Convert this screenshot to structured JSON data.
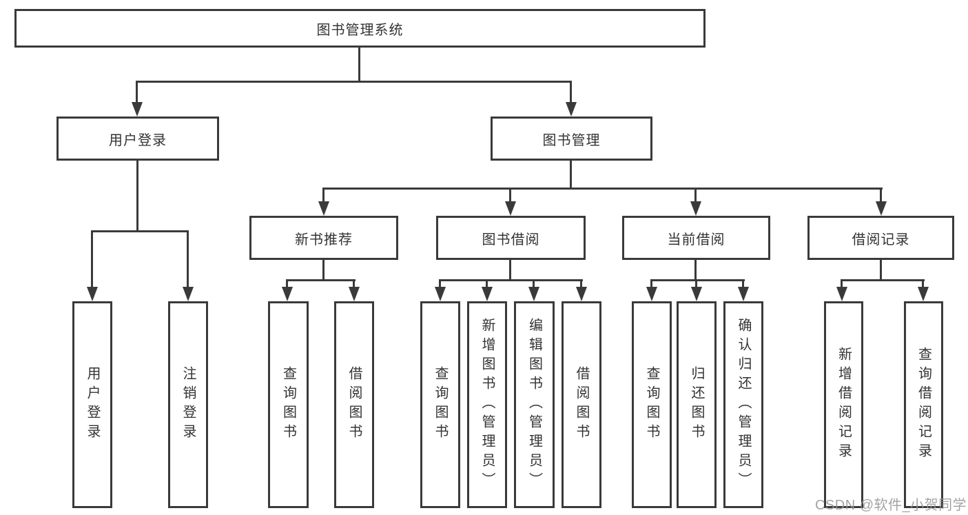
{
  "tree": {
    "root": {
      "label": "图书管理系统"
    },
    "branches": [
      {
        "label": "用户登录",
        "children": [
          {
            "label": "用户登录"
          },
          {
            "label": "注销登录"
          }
        ]
      },
      {
        "label": "图书管理",
        "children": [
          {
            "label": "新书推荐",
            "children": [
              {
                "label": "查询图书"
              },
              {
                "label": "借阅图书"
              }
            ]
          },
          {
            "label": "图书借阅",
            "children": [
              {
                "label": "查询图书"
              },
              {
                "label": "新增图书（管理员）"
              },
              {
                "label": "编辑图书（管理员）"
              },
              {
                "label": "借阅图书"
              }
            ]
          },
          {
            "label": "当前借阅",
            "children": [
              {
                "label": "查询图书"
              },
              {
                "label": "归还图书"
              },
              {
                "label": "确认归还（管理员）"
              }
            ]
          },
          {
            "label": "借阅记录",
            "children": [
              {
                "label": "新增借阅记录"
              },
              {
                "label": "查询借阅记录"
              }
            ]
          }
        ]
      }
    ]
  },
  "watermark": "CSDN @软件_小贺同学",
  "colors": {
    "line": "#3a3a3a",
    "text": "#333333",
    "background": "#ffffff",
    "watermark": "#969696"
  }
}
